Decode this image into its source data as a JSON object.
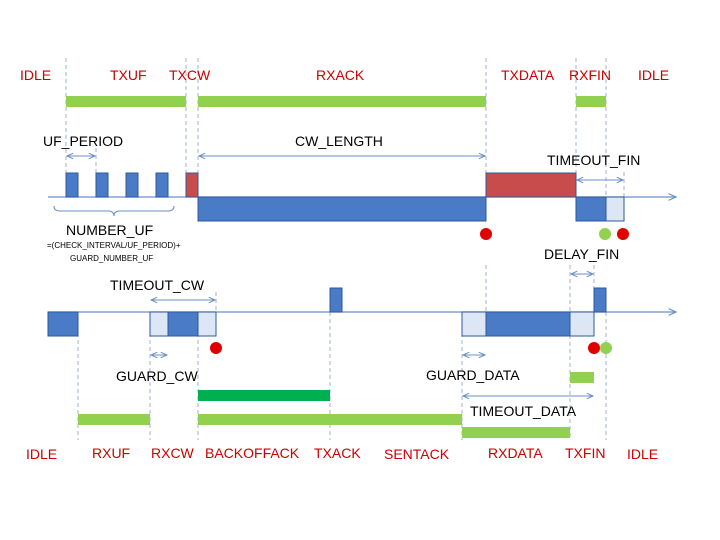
{
  "states_top": {
    "idle_left": "IDLE",
    "txuf": "TXUF",
    "txcw": "TXCW",
    "rxack": "RXACK",
    "txdata": "TXDATA",
    "rxfin": "RXFIN",
    "idle_right": "IDLE"
  },
  "states_bottom": {
    "idle_left": "IDLE",
    "rxuf": "RXUF",
    "rxcw": "RXCW",
    "backoffack": "BACKOFFACK",
    "txack": "TXACK",
    "sentack": "SENTACK",
    "rxdata": "RXDATA",
    "txfin": "TXFIN",
    "idle_right": "IDLE"
  },
  "annotations": {
    "uf_period": "UF_PERIOD",
    "cw_length": "CW_LENGTH",
    "timeout_fin": "TIMEOUT_FIN",
    "number_uf": "NUMBER_UF",
    "number_uf_formula_1": "=(CHECK_INTERVAL/UF_PERIOD)+",
    "number_uf_formula_2": "GUARD_NUMBER_UF",
    "delay_fin": "DELAY_FIN",
    "timeout_cw": "TIMEOUT_CW",
    "guard_cw": "GUARD_CW",
    "guard_data": "GUARD_DATA",
    "timeout_data": "TIMEOUT_DATA"
  },
  "colors": {
    "state_text": "#cc0000",
    "block_blue": "#4a7bc6",
    "block_red": "#c84c4c",
    "bar_green": "#92d050",
    "bar_dark_green": "#00b050",
    "axis_blue": "#6b8fc6",
    "marker_red": "#e00000",
    "marker_green": "#92d050"
  }
}
